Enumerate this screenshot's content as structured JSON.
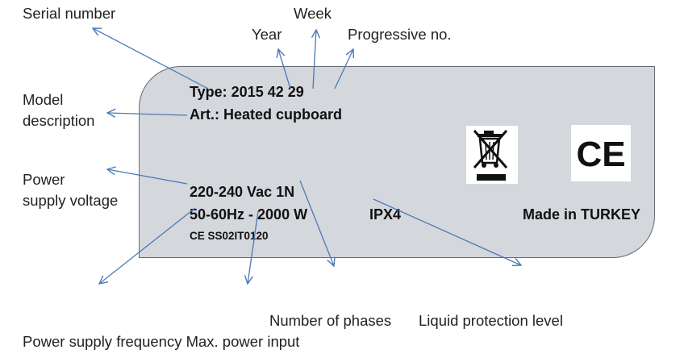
{
  "labels": {
    "serial_number": "Serial number",
    "week": "Week",
    "year": "Year",
    "progressive_no": "Progressive no.",
    "model_line1": "Model",
    "model_line2": "description",
    "power_line1": "Power",
    "power_line2": "supply voltage",
    "number_of_phases": "Number of phases",
    "liquid_protection": "Liquid protection level",
    "bottom_line": "Power supply frequency Max. power input"
  },
  "plate": {
    "type": "Type: 2015 42 29",
    "art": "Art.: Heated cupboard",
    "voltage": "220-240 Vac 1N",
    "freq_power": "50-60Hz - 2000 W",
    "code": "CE SS02IT0120",
    "ipx": "IPX4",
    "made_in": "Made in TURKEY",
    "ce_mark": "CE"
  },
  "icons": [
    "weee-crossed-bin-icon",
    "ce-mark-icon"
  ],
  "colors": {
    "plate_fill": "#d4d7dc",
    "plate_border": "#666b73",
    "arrow": "#4a7ab7"
  }
}
